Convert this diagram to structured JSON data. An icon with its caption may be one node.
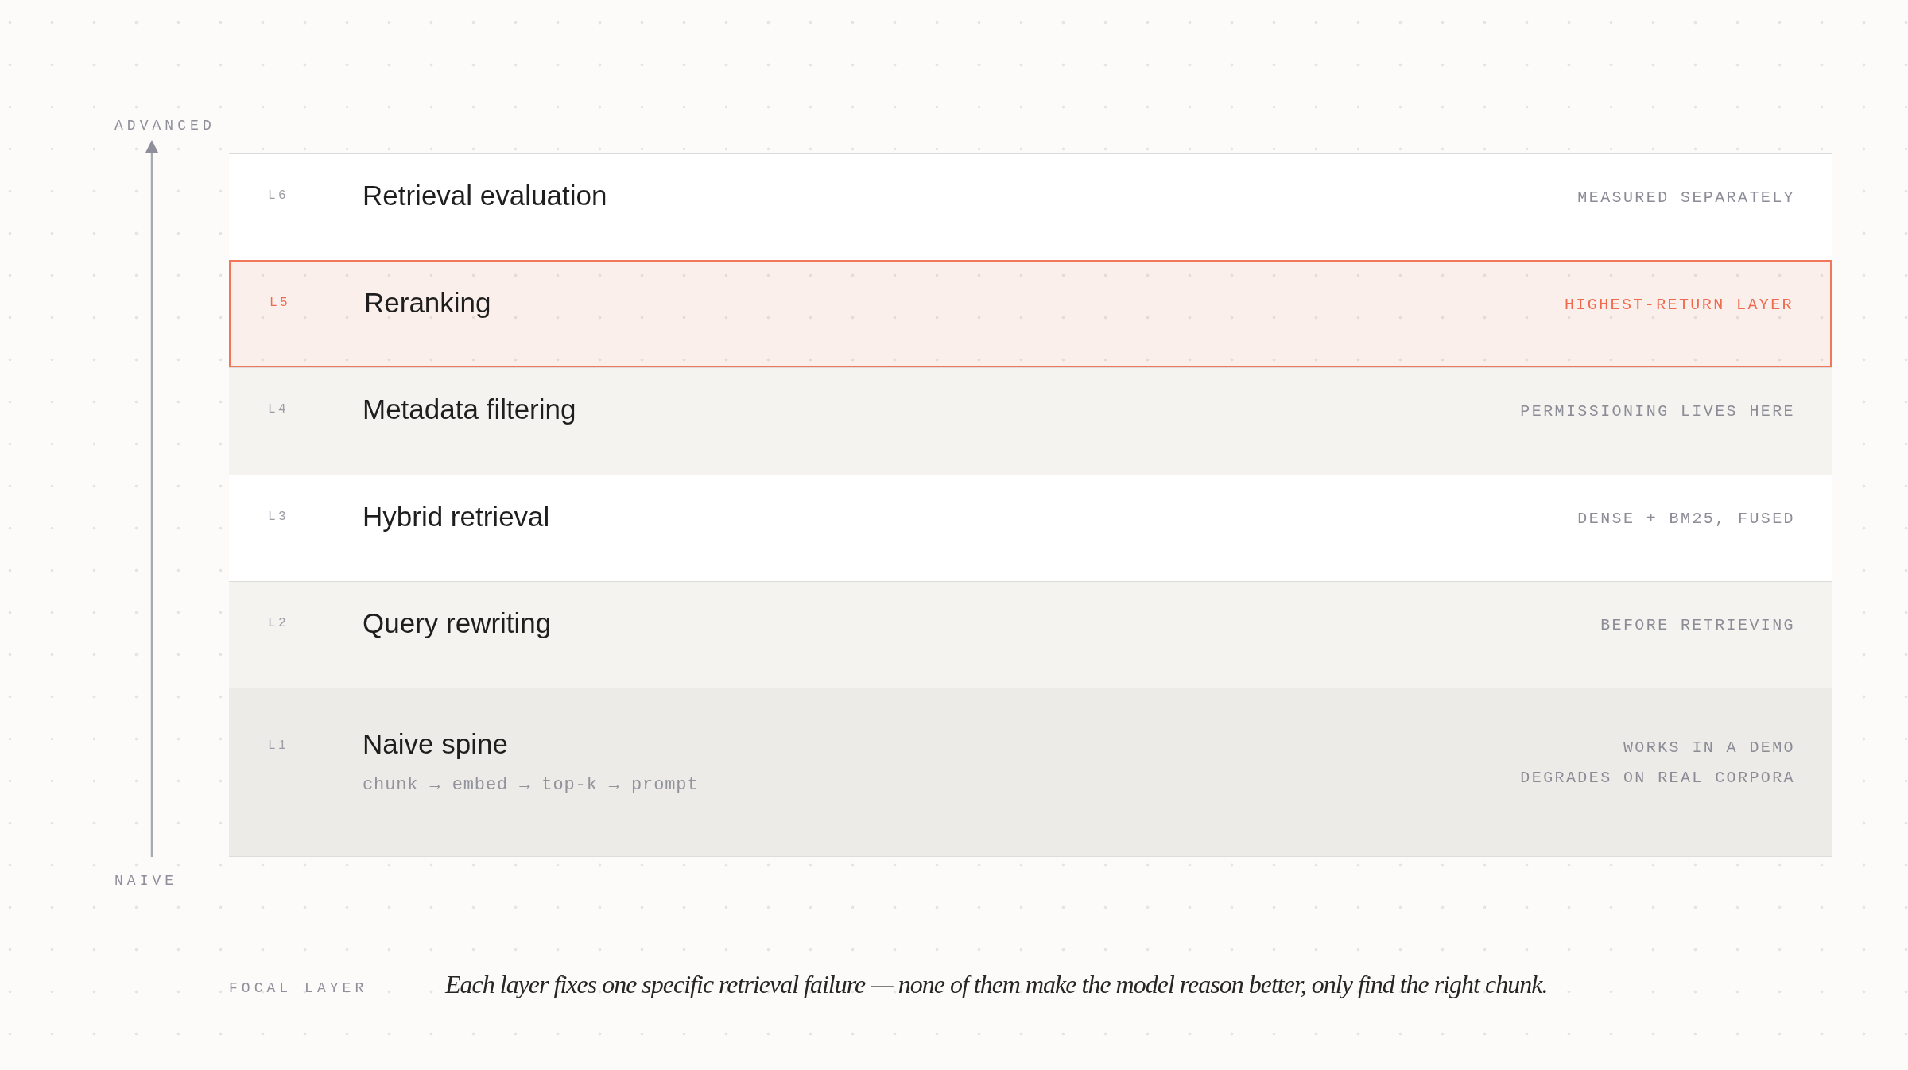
{
  "diagram": {
    "caption": "Each layer fixes one specific retrieval failure — none of them make the model reason better, only find the right chunk.",
    "nodes": [
      {
        "text": [
          "L6",
          "Retrieval evaluation",
          "MEASURED SEPARATELY"
        ]
      },
      {
        "text": [
          "L5",
          "Reranking",
          "HIGHEST-RETURN LAYER"
        ]
      },
      {
        "text": [
          "L4",
          "Metadata filtering",
          "PERMISSIONING LIVES HERE"
        ]
      },
      {
        "text": [
          "L3",
          "Hybrid retrieval",
          "DENSE + BM25, FUSED"
        ]
      },
      {
        "text": [
          "L2",
          "Query rewriting",
          "BEFORE RETRIEVING"
        ]
      },
      {
        "text": [
          "L1",
          "Naive spine",
          "chunk → embed → top-k → prompt",
          "WORKS IN A DEMO",
          "DEGRADES ON REAL CORPORA"
        ]
      }
    ],
    "labels": [
      "ADVANCED",
      "NAIVE",
      "FOCAL LAYER"
    ]
  }
}
